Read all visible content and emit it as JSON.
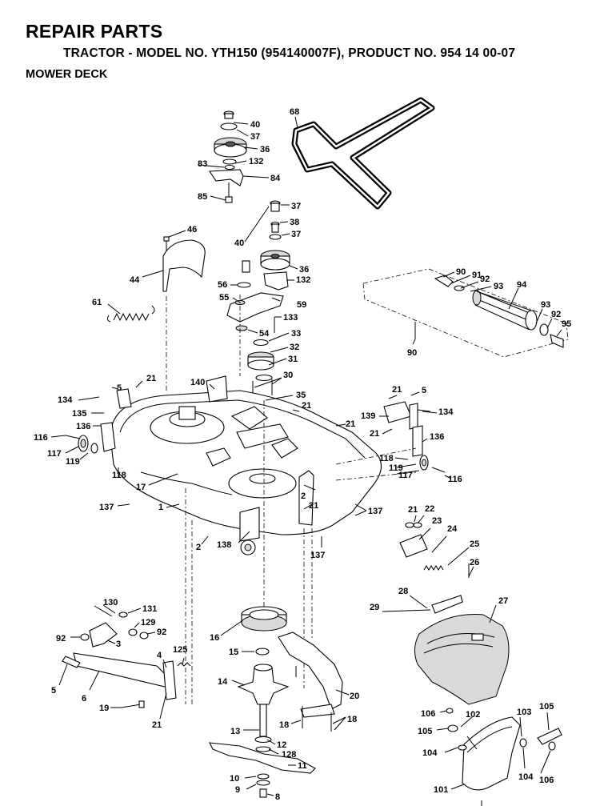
{
  "header": {
    "title": "REPAIR PARTS",
    "subtitle": "TRACTOR - MODEL NO. YTH150 (954140007F), PRODUCT NO. 954 14 00-07",
    "section": "MOWER DECK"
  },
  "callouts": {
    "c40a": "40",
    "c37a": "37",
    "c36a": "36",
    "c83": "83",
    "c132a": "132",
    "c84": "84",
    "c85": "85",
    "c68": "68",
    "c37b": "37",
    "c38": "38",
    "c37c": "37",
    "c40b": "40",
    "c36b": "36",
    "c132b": "132",
    "c46": "46",
    "c44": "44",
    "c56": "56",
    "c55": "55",
    "c59": "59",
    "c61": "61",
    "c133": "133",
    "c54": "54",
    "c33": "33",
    "c32": "32",
    "c31": "31",
    "c30": "30",
    "c90a": "90",
    "c91": "91",
    "c92a": "92",
    "c93a": "93",
    "c94": "94",
    "c93b": "93",
    "c92b": "92",
    "c95": "95",
    "c90b": "90",
    "c140": "140",
    "c35": "35",
    "c21a": "21",
    "c5a": "5",
    "c134a": "134",
    "c135": "135",
    "c136a": "136",
    "c116a": "116",
    "c117a": "117",
    "c119a": "119",
    "c118a": "118",
    "c17": "17",
    "c137a": "137",
    "c1": "1",
    "c21b": "21",
    "c21c": "21",
    "c5b": "5",
    "c134b": "134",
    "c139": "139",
    "c21d": "21",
    "c21e": "21",
    "c136b": "136",
    "c118b": "118",
    "c119b": "119",
    "c117b": "117",
    "c116b": "116",
    "c2a": "2",
    "c21f": "21",
    "c137b": "137",
    "c2b": "2",
    "c138": "138",
    "c137c": "137",
    "c21g": "21",
    "c22": "22",
    "c23": "23",
    "c24": "24",
    "c25": "25",
    "c26": "26",
    "c27": "27",
    "c28": "28",
    "c29": "29",
    "c130": "130",
    "c131": "131",
    "c129": "129",
    "c92c": "92",
    "c92d": "92",
    "c3": "3",
    "c125": "125",
    "c4": "4",
    "c5c": "5",
    "c6": "6",
    "c19": "19",
    "c21h": "21",
    "c16": "16",
    "c15": "15",
    "c14": "14",
    "c20": "20",
    "c18a": "18",
    "c18b": "18",
    "c13": "13",
    "c12": "12",
    "c128": "128",
    "c11": "11",
    "c10": "10",
    "c9": "9",
    "c8": "8",
    "c106a": "106",
    "c105a": "105",
    "c102": "102",
    "c103": "103",
    "c105b": "105",
    "c104a": "104",
    "c104b": "104",
    "c106b": "106",
    "c101": "101"
  }
}
